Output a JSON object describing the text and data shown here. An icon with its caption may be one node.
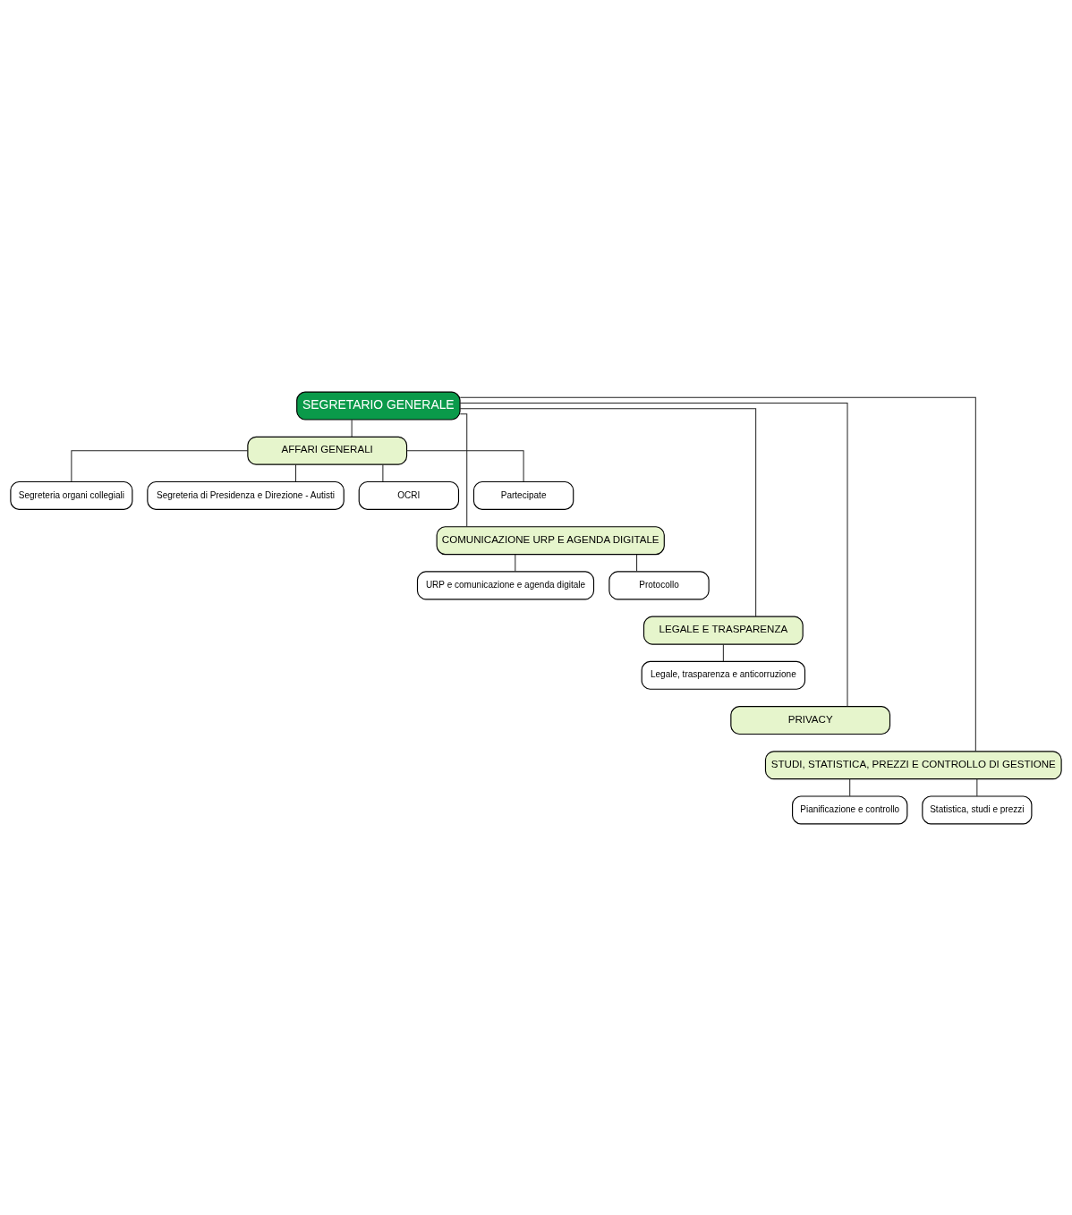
{
  "diagram": {
    "nodes": [
      {
        "text": [
          "SEGRETARIO GENERALE"
        ]
      },
      {
        "text": [
          "AFFARI GENERALI"
        ]
      },
      {
        "text": [
          "Segreteria organi collegiali"
        ]
      },
      {
        "text": [
          "Segreteria di Presidenza e Direzione - Autisti"
        ]
      },
      {
        "text": [
          "OCRI"
        ]
      },
      {
        "text": [
          "Partecipate"
        ]
      },
      {
        "text": [
          "COMUNICAZIONE URP E AGENDA DIGITALE"
        ]
      },
      {
        "text": [
          "URP e comunicazione e agenda digitale"
        ]
      },
      {
        "text": [
          "Protocollo"
        ]
      },
      {
        "text": [
          "LEGALE E TRASPARENZA"
        ]
      },
      {
        "text": [
          "Legale, trasparenza e anticorruzione"
        ]
      },
      {
        "text": [
          "PRIVACY"
        ]
      },
      {
        "text": [
          "STUDI, STATISTICA, PREZZI E CONTROLLO DI GESTIONE"
        ]
      },
      {
        "text": [
          "Pianificazione e controllo"
        ]
      },
      {
        "text": [
          "Statistica, studi e prezzi"
        ]
      }
    ],
    "edges": [
      {
        "from": 0,
        "to": 1,
        "arrow": "none"
      },
      {
        "from": 1,
        "to": 2,
        "arrow": "none"
      },
      {
        "from": 1,
        "to": 3,
        "arrow": "none"
      },
      {
        "from": 1,
        "to": 4,
        "arrow": "none"
      },
      {
        "from": 1,
        "to": 5,
        "arrow": "none"
      },
      {
        "from": 0,
        "to": 6,
        "arrow": "none"
      },
      {
        "from": 6,
        "to": 7,
        "arrow": "none"
      },
      {
        "from": 6,
        "to": 8,
        "arrow": "none"
      },
      {
        "from": 0,
        "to": 9,
        "arrow": "none"
      },
      {
        "from": 9,
        "to": 10,
        "arrow": "none"
      },
      {
        "from": 0,
        "to": 11,
        "arrow": "none"
      },
      {
        "from": 0,
        "to": 12,
        "arrow": "none"
      },
      {
        "from": 12,
        "to": 13,
        "arrow": "none"
      },
      {
        "from": 12,
        "to": 14,
        "arrow": "none"
      }
    ]
  }
}
